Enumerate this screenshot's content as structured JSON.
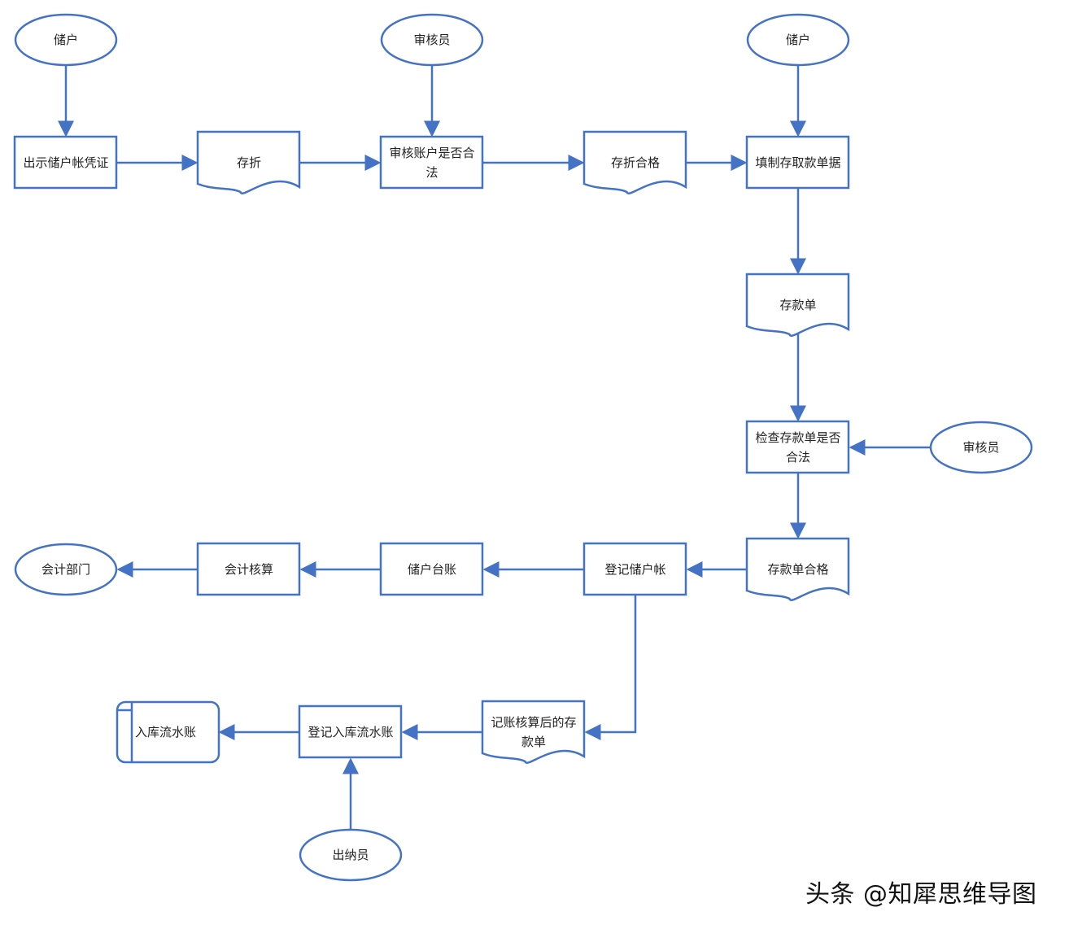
{
  "style": {
    "stroke": "#4472c4",
    "text": "#222222"
  },
  "nodes": {
    "cust1": "储户",
    "auditor1": "审核员",
    "cust2": "储户",
    "show_credential": "出示储户帐凭证",
    "passbook": "存折",
    "audit_account": "审核账户是否合法",
    "passbook_ok": "存折合格",
    "fill_slip": "填制存取款单据",
    "deposit_slip": "存款单",
    "check_slip": "检查存款单是否合法",
    "auditor2": "审核员",
    "slip_ok": "存款单合格",
    "register_account": "登记储户帐",
    "ledger": "储户台账",
    "accounting": "会计核算",
    "acct_dept": "会计部门",
    "posted_slip": "记账核算后的存款单",
    "register_journal": "登记入库流水账",
    "journal_store": "入库流水账",
    "cashier": "出纳员"
  },
  "watermark": "头条 @知犀思维导图"
}
